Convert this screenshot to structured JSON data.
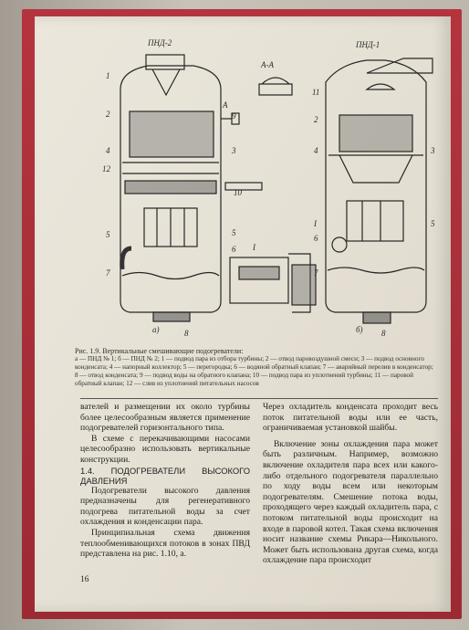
{
  "figure": {
    "label_left": "ПНД-2",
    "label_right": "ПНД-1",
    "label_section": "А-А",
    "label_a_mark": "А",
    "label_detail": "I",
    "label_a": "а)",
    "label_b": "б)",
    "left_callouts": [
      "1",
      "2",
      "4",
      "12",
      "5",
      "7",
      "8"
    ],
    "middle_callouts": [
      "9",
      "3",
      "10",
      "5",
      "6"
    ],
    "right_callouts_left": [
      "11",
      "2",
      "4",
      "I",
      "6",
      "7"
    ],
    "right_callouts_right": [
      "3",
      "5",
      "8"
    ]
  },
  "caption": {
    "title": "Рис. 1.9. Вертикальные смешивающие подогреватели:",
    "text": "а — ПНД № 1; б — ПНД № 2; 1 — подвод пара из отбора турбины; 2 — отвод паровоздушной смеси; 3 — подвод основного конденсата; 4 — напорный коллектор; 5 — перегородка; 6 — водяной обратный клапан; 7 — аварийный перелив в конденсатор; 8 — отвод конденсата; 9 — подвод воды на обратного клапана; 10 — подвод пара из уплотнений турбины; 11 — паровой обратный клапан; 12 — слив из уплотнений питательных насосов"
  },
  "left_column": {
    "para1": "вателей и размещении их около турбины более целесообразным является применение подогревателей горизонтального типа.",
    "para2": "В схеме с перекачивающими насосами целесообразно использовать вертикальные конструкции.",
    "section_title": "1.4. ПОДОГРЕВАТЕЛИ ВЫСОКОГО ДАВЛЕНИЯ",
    "para3": "Подогреватели высокого давления предназначены для регенеративного подогрева питательной воды за счет охлаждения и конденсации пара.",
    "para4": "Принципиальная схема движения теплообменивающихся потоков в зонах ПВД представлена на рис. 1.10, а."
  },
  "right_column": {
    "para1": "Через охладитель конденсата проходит весь поток питательной воды или ее часть, ограничиваемая установкой шайбы.",
    "para2": "Включение зоны охлаждения пара может быть различным. Например, возможно включение охладителя пара всех или какого-либо отдельного подогревателя параллельно по ходу воды всем или некоторым подогревателям. Смешение потока воды, проходящего через каждый охладитель пара, с потоком питательной воды происходит на входе в паровой котел. Такая схема включения носит название схемы Рикара—Никольного. Может быть использована другая схема, когда охлаждение пара происходит"
  },
  "page_number": "16"
}
